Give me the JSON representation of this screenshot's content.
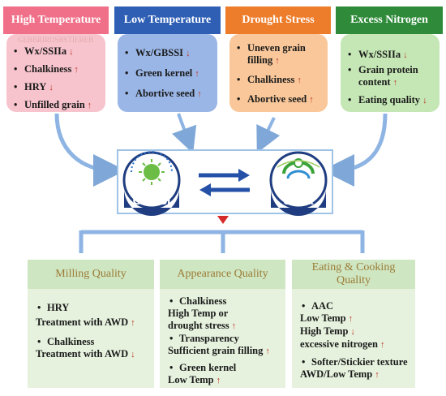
{
  "stress_headers": [
    {
      "label": "High Temperature",
      "color": "#f07089"
    },
    {
      "label": "Low Temperature",
      "color": "#2e5fb5"
    },
    {
      "label": "Drought Stress",
      "color": "#ee7d2b"
    },
    {
      "label": "Excess Nitrogen",
      "color": "#2f8a3a"
    }
  ],
  "high_temp": {
    "ghost_text": "GEBBRIRDSBSTIEREB",
    "items": [
      {
        "label": "Wx/SSIIa",
        "trend": "↓"
      },
      {
        "label": "Chalkiness",
        "trend": "↑"
      },
      {
        "label": "HRY",
        "trend": "↓"
      },
      {
        "label": "Unfilled grain",
        "trend": "↑"
      }
    ]
  },
  "low_temp": {
    "items": [
      {
        "label": "Wx/GBSSI",
        "trend": "↓"
      },
      {
        "label": "Green kernel",
        "trend": "↑"
      },
      {
        "label": "Abortive seed",
        "trend": "↑"
      }
    ]
  },
  "drought": {
    "items": [
      {
        "label_l1": "Uneven grain",
        "label_l2": "filling",
        "trend": "↑"
      },
      {
        "label": "Chalkiness",
        "trend": "↑"
      },
      {
        "label": "Abortive seed",
        "trend": "↑"
      }
    ]
  },
  "nitrogen": {
    "items": [
      {
        "label": "Wx/SSIIa",
        "trend": "↓"
      },
      {
        "label_l1": "Grain protein",
        "label_l2": "content",
        "trend": "↑"
      },
      {
        "label": "Eating quality",
        "trend": "↓"
      }
    ]
  },
  "center": {
    "left_enzyme": "GBSSI",
    "right_enzyme": "SSIIa",
    "enzyme_color": "#1f3d80"
  },
  "milling": {
    "title": "Milling Quality",
    "hry_label": "HRY",
    "hry_detail": "Treatment with AWD",
    "hry_trend": "↑",
    "chalk_label": "Chalkiness",
    "chalk_detail": "Treatment with AWD",
    "chalk_trend": "↓"
  },
  "appearance": {
    "title": "Appearance Quality",
    "chalk_label": "Chalkiness",
    "chalk_detail_1": "High Temp or",
    "chalk_detail_2": "drought stress",
    "chalk_trend": "↑",
    "trans_label": "Transparency",
    "trans_detail": "Sufficient grain filling",
    "trans_trend": "↑",
    "green_label": "Green kernel",
    "green_detail": "Low Temp",
    "green_trend": "↑"
  },
  "eating": {
    "title_l1": "Eating & Cooking",
    "title_l2": "Quality",
    "aac_label": "AAC",
    "aac_detail_1": "Low Temp",
    "aac_trend_1": "↑",
    "aac_detail_2": "High Temp",
    "aac_trend_2": "↓",
    "aac_detail_3": "excessive nitrogen",
    "aac_trend_3": "↑",
    "texture_label": "Softer/Stickier texture",
    "texture_detail": "AWD/Low Temp",
    "texture_trend": "↑"
  }
}
